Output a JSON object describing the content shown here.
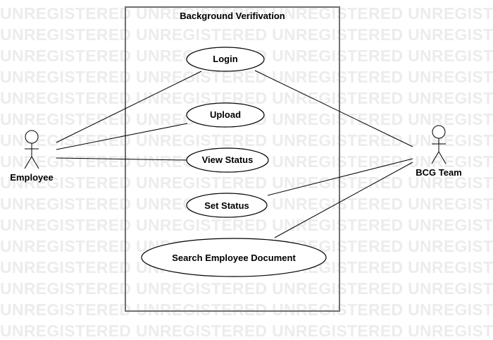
{
  "watermark": {
    "text": "UNREGISTERED UNREGISTERED UNREGISTERED UNREGISTERED"
  },
  "system": {
    "title": "Background Verifivation"
  },
  "actors": {
    "employee": {
      "label": "Employee"
    },
    "bcg_team": {
      "label": "BCG Team"
    }
  },
  "use_cases": {
    "login": {
      "label": "Login"
    },
    "upload": {
      "label": "Upload"
    },
    "view_status": {
      "label": "View Status"
    },
    "set_status": {
      "label": "Set Status"
    },
    "search_document": {
      "label": "Search Employee Document"
    }
  },
  "colors": {
    "watermark": "#ececec",
    "boundary": "#707070",
    "line": "#000000"
  }
}
